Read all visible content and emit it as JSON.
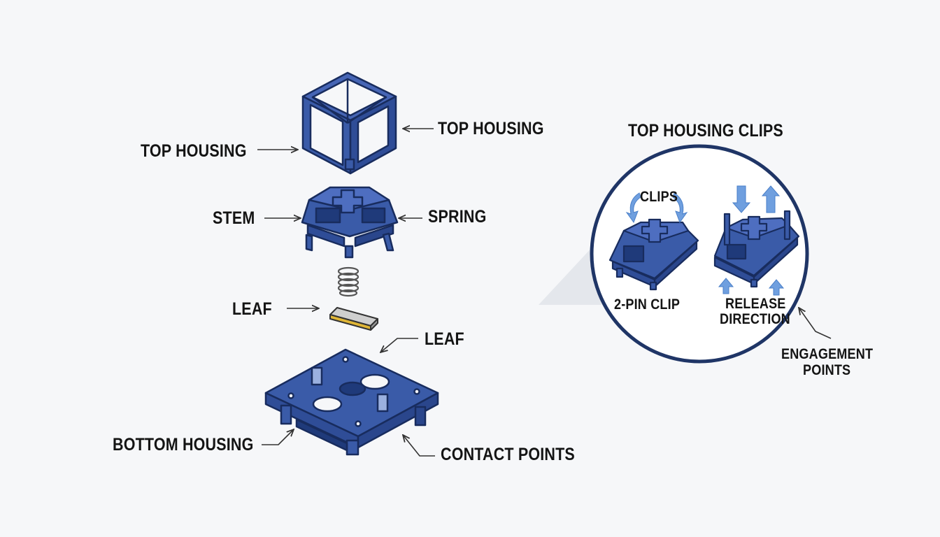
{
  "colors": {
    "housing_blue": "#3a5ba8",
    "outline_navy": "#182c5e",
    "arrow_light_blue": "#6f9fdf",
    "circle_border": "#1f3566",
    "leaf_gold": "#e0b636",
    "leaf_metal": "#c9c9c9"
  },
  "exploded_view": {
    "label_top_housing_left": "TOP HOUSING",
    "label_top_housing_right": "TOP HOUSING",
    "label_stem": "STEM",
    "label_spring": "SPRING",
    "label_leaf_left": "LEAF",
    "label_leaf_right": "LEAF",
    "label_bottom_housing": "BOTTOM HOUSING",
    "label_contact_points": "CONTACT POINTS"
  },
  "detail_view": {
    "title": "TOP HOUSING CLIPS",
    "label_clips": "CLIPS",
    "label_2pin_clip": "2-PIN CLIP",
    "label_release_line1": "RELEASE",
    "label_release_line2": "DIRECTION",
    "label_engagement_line1": "ENGAGEMENT",
    "label_engagement_line2": "POINTS"
  }
}
